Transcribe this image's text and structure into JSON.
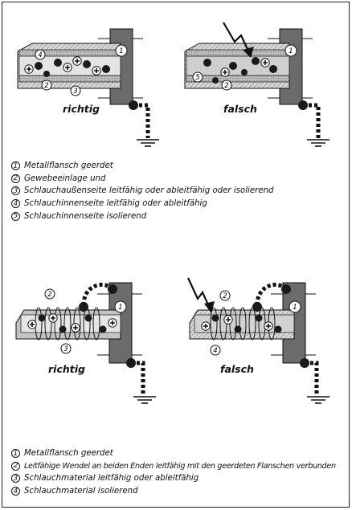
{
  "panels": {
    "top_left": {
      "caption": "richtig"
    },
    "top_right": {
      "caption": "falsch"
    },
    "bottom_left": {
      "caption": "richtig"
    },
    "bottom_right": {
      "caption": "falsch"
    }
  },
  "legend_top": [
    {
      "num": "1",
      "text": "Metallflansch geerdet"
    },
    {
      "num": "2",
      "text": "Gewebeeinlage und"
    },
    {
      "num": "3",
      "text": "Schlauchaußenseite leitfähig oder ableitfähig oder isolierend"
    },
    {
      "num": "4",
      "text": "Schlauchinnenseite leitfähig oder ableitfähig"
    },
    {
      "num": "5",
      "text": "Schlauchinnenseite isolierend"
    }
  ],
  "legend_bottom": [
    {
      "num": "1",
      "text": "Metallflansch geerdet"
    },
    {
      "num": "2",
      "text": "Leitfähige Wendel an beiden Enden leitfähig mit den geerdeten Flanschen verbunden"
    },
    {
      "num": "3",
      "text": "Schlauchmaterial leitfähig oder ableitfähig"
    },
    {
      "num": "4",
      "text": "Schlauchmaterial isolierend"
    }
  ],
  "callouts": {
    "tl": [
      "4",
      "1",
      "2",
      "3"
    ],
    "tr": [
      "1",
      "5",
      "2"
    ],
    "bl": [
      "2",
      "1",
      "3"
    ],
    "br": [
      "2",
      "1",
      "4"
    ]
  },
  "colors": {
    "ink": "#111111",
    "flange": "#6b6b6b",
    "hose": "#c9c9c9",
    "inner": "#e2e2e2",
    "ball": "#1a1a1a"
  }
}
